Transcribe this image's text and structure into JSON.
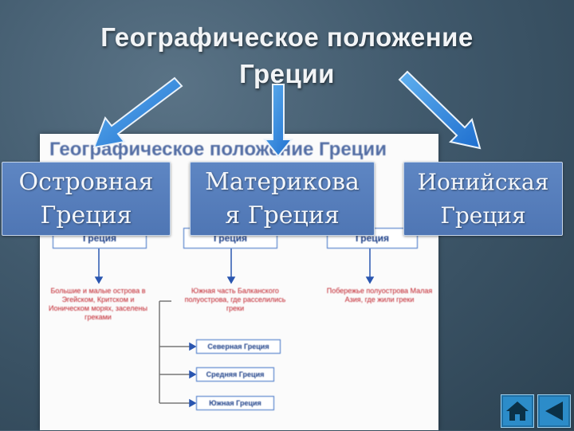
{
  "slide": {
    "title": "Географическое положение Греции",
    "title_line1": "Географическое положение",
    "title_line2": "Греции"
  },
  "categories": [
    {
      "label": "Островная Греция",
      "lines": "Островная\nГреция"
    },
    {
      "label": "Материковая Греция",
      "lines": "Материкова\nя Греция"
    },
    {
      "label": "Ионийская Греция",
      "lines": "Ионийская\nГреция"
    }
  ],
  "inner_image": {
    "title": "Географическое положение Греции",
    "boxes": [
      "Греция",
      "Греция",
      "Греция"
    ],
    "left_text": "Большие и малые острова в Эгейском, Критском и Ионическом морях, заселены греками",
    "middle_text": "Южная часть Балканского полуострова, где расселились греки",
    "right_text": "Побережье полуострова Малая Азия, где жили греки",
    "sub_boxes": [
      "Северная Греция",
      "Средняя Греция",
      "Южная Греция"
    ]
  },
  "colors": {
    "background": "#40596c",
    "overlay_box": "#5a82c0",
    "arrow": "#2b7fd6",
    "nav_button": "#2c8cc9"
  },
  "nav": {
    "home_icon": "home-icon",
    "back_icon": "back-arrow-icon"
  }
}
